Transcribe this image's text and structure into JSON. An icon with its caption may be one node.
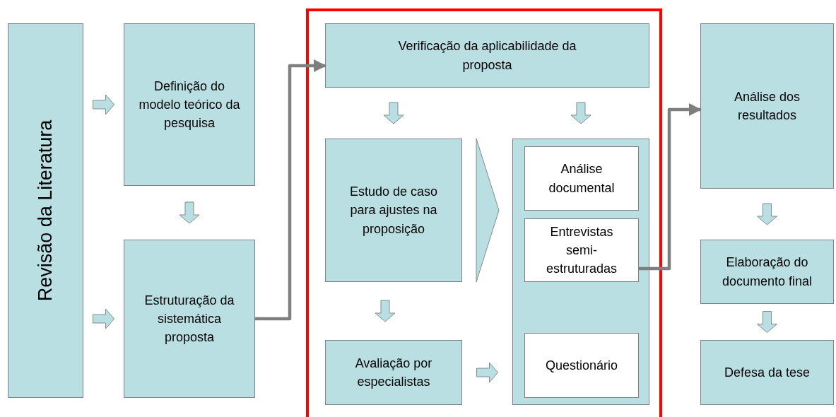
{
  "diagram": {
    "nodes": [
      {
        "text": [
          "Revisão da Literatura"
        ]
      },
      {
        "text": [
          "Definição do modelo teórico da pesquisa"
        ]
      },
      {
        "text": [
          "Estruturação da sistemática proposta"
        ]
      },
      {
        "text": [],
        "shape": "box"
      },
      {
        "text": [
          "Verificação da aplicabilidade da proposta"
        ],
        "in": 3
      },
      {
        "text": [
          "Estudo de caso para ajustes na proposição"
        ],
        "in": 3
      },
      {
        "text": [
          "Avaliação por especialistas"
        ],
        "in": 3
      },
      {
        "text": [],
        "shape": "box",
        "in": 3
      },
      {
        "text": [
          "Análise documental"
        ],
        "in": 7
      },
      {
        "text": [
          "Entrevistas semi- estruturadas"
        ],
        "in": 7
      },
      {
        "text": [
          "Questionário"
        ],
        "in": 7
      },
      {
        "text": [
          "Análise dos resultados"
        ]
      },
      {
        "text": [
          "Elaboração do documento final"
        ]
      },
      {
        "text": [
          "Defesa da tese"
        ]
      }
    ],
    "edges": [
      {
        "from": 0,
        "to": 1,
        "arrow": "to"
      },
      {
        "from": 0,
        "to": 2,
        "arrow": "to"
      },
      {
        "from": 1,
        "to": 2,
        "arrow": "to"
      },
      {
        "from": 2,
        "to": 4,
        "arrow": "to",
        "color": "#7f7f7f"
      },
      {
        "from": 4,
        "to": 5,
        "arrow": "to"
      },
      {
        "from": 4,
        "to": 7,
        "arrow": "to"
      },
      {
        "from": 5,
        "to": 7,
        "arrow": "to"
      },
      {
        "from": 5,
        "to": 6,
        "arrow": "to"
      },
      {
        "from": 6,
        "to": 7,
        "arrow": "to"
      },
      {
        "from": 9,
        "to": 11,
        "arrow": "to",
        "color": "#7f7f7f"
      },
      {
        "from": 11,
        "to": 12,
        "arrow": "to"
      },
      {
        "from": 12,
        "to": 13,
        "arrow": "to"
      }
    ]
  }
}
